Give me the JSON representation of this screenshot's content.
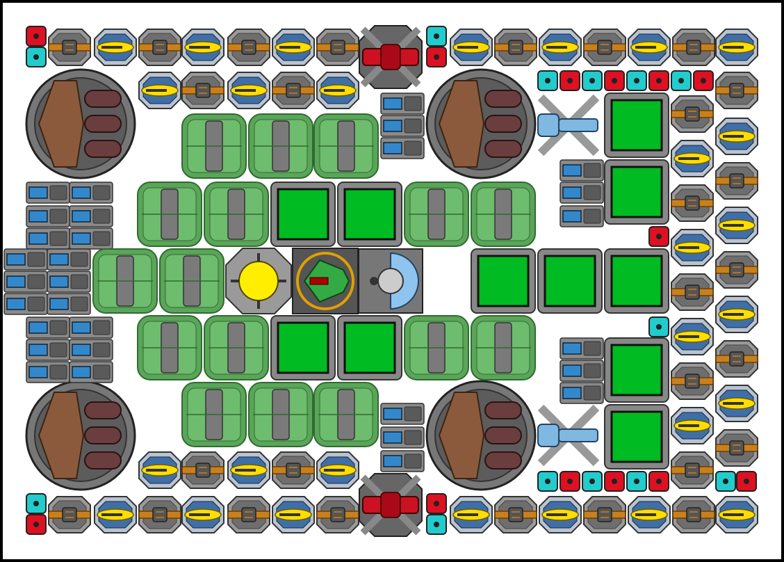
{
  "game": {
    "title": "",
    "view": "ship-builder-top-down",
    "colors": {
      "background": "#ffffff",
      "frame": "#000000",
      "armor": "#888888",
      "armor_dark": "#4a4a4a",
      "tank_green": "#5aa55a",
      "tank_green_dark": "#2f6b2f",
      "panel_green": "#00bb22",
      "turret_orange": "#c8801e",
      "missile_yellow": "#ffdd00",
      "thruster_blue": "#3388cc",
      "node_red": "#dd1122",
      "node_cyan": "#22cccc",
      "rail_red": "#cc1122",
      "reactor_yellow": "#ffee00",
      "cockpit_green": "#33aa44",
      "shield_blue": "#8fc4ee",
      "railgun_blue": "#7fb8e0",
      "bay_brown": "#8b5a3c",
      "bay_dark": "#555555"
    },
    "legend": {
      "module_types": [
        "gun-turret",
        "missile-launcher",
        "thruster",
        "fuel-tank",
        "armor-plate",
        "power-node",
        "shield-node",
        "rail-cannon",
        "railgun",
        "hangar-bay",
        "reactor-core",
        "cockpit",
        "shield-generator"
      ]
    },
    "icons": {
      "gun_turret": "orange-barrel-turret-icon",
      "missile_launcher": "yellow-missile-icon",
      "thruster": "blue-thruster-icon",
      "fuel_tank": "green-tank-icon",
      "armor_plate": "green-armor-plate-icon",
      "power_node": "red-node-icon",
      "shield_node": "cyan-node-icon",
      "rail_cannon": "red-rail-cannon-icon",
      "railgun": "blue-railgun-icon",
      "hangar_bay": "round-bay-icon",
      "reactor_core": "yellow-reactor-icon",
      "cockpit": "green-cockpit-icon",
      "shield_generator": "blue-shield-dome-icon"
    }
  }
}
